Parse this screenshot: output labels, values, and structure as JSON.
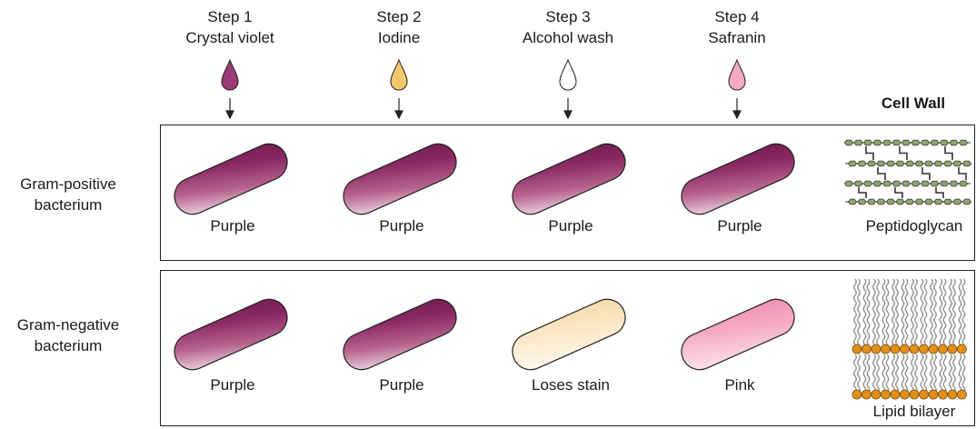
{
  "steps": [
    {
      "num": "Step 1",
      "name": "Crystal violet",
      "drop_color": "#9c3b74"
    },
    {
      "num": "Step 2",
      "name": "Iodine",
      "drop_color": "#f3c76a"
    },
    {
      "num": "Step 3",
      "name": "Alcohol wash",
      "drop_color": "#ffffff"
    },
    {
      "num": "Step 4",
      "name": "Safranin",
      "drop_color": "#f5a9c4"
    }
  ],
  "cell_wall_title": "Cell Wall",
  "rows": [
    {
      "label": "Gram-positive bacterium",
      "results": [
        "Purple",
        "Purple",
        "Purple",
        "Purple"
      ],
      "wall": "Peptidoglycan"
    },
    {
      "label": "Gram-negative bacterium",
      "results": [
        "Purple",
        "Purple",
        "Loses stain",
        "Pink"
      ],
      "wall": "Lipid bilayer"
    }
  ],
  "colors": {
    "purple": "#8a2a63",
    "pink": "#f29bbd",
    "colorless": "#fbe6c2",
    "lipid_head": "#e0901a",
    "peptidoglycan": "#8fa66a"
  }
}
